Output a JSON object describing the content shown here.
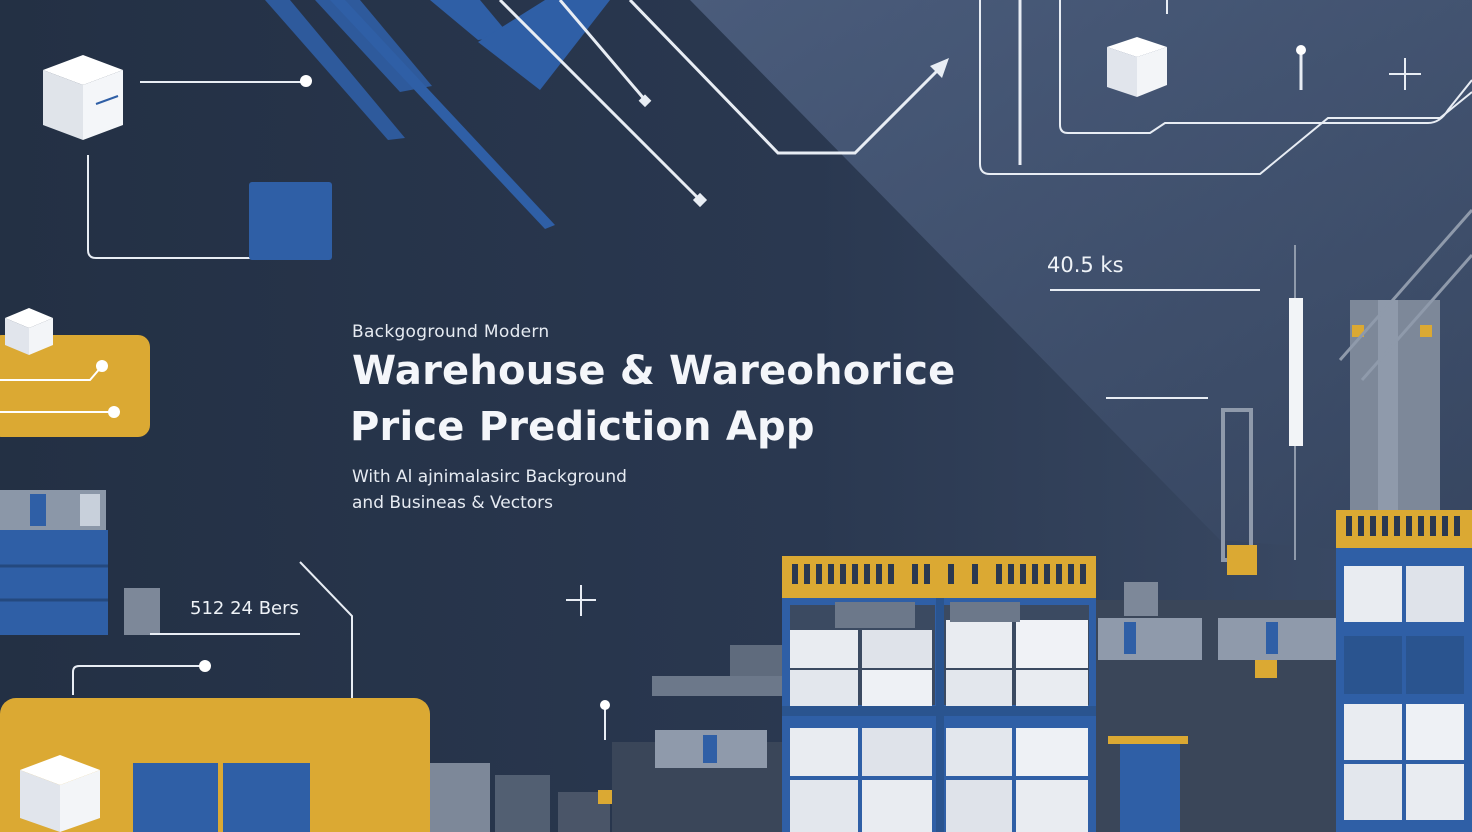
{
  "headline": {
    "kicker": "Backgoground Modern",
    "title_line1": "Warehouse & Wareohorice",
    "title_line2": "Price Prediction App",
    "subtitle_line1": "With Al ajnimalasirc Background",
    "subtitle_line2": "and Busineas & Vectors"
  },
  "stats": {
    "top_right": "40.5 ks",
    "bottom_left": "512 24 Bers"
  },
  "colors": {
    "background_dark": "#233145",
    "background_light": "#4a5b78",
    "accent_blue": "#2f5fa6",
    "accent_yellow": "#dba933",
    "box_white": "#f2f4f7",
    "line_white": "#e8edf4"
  },
  "icons": [
    "cube-icon",
    "plus-icon",
    "arrow-icon",
    "pin-icon",
    "server-rack-icon"
  ]
}
